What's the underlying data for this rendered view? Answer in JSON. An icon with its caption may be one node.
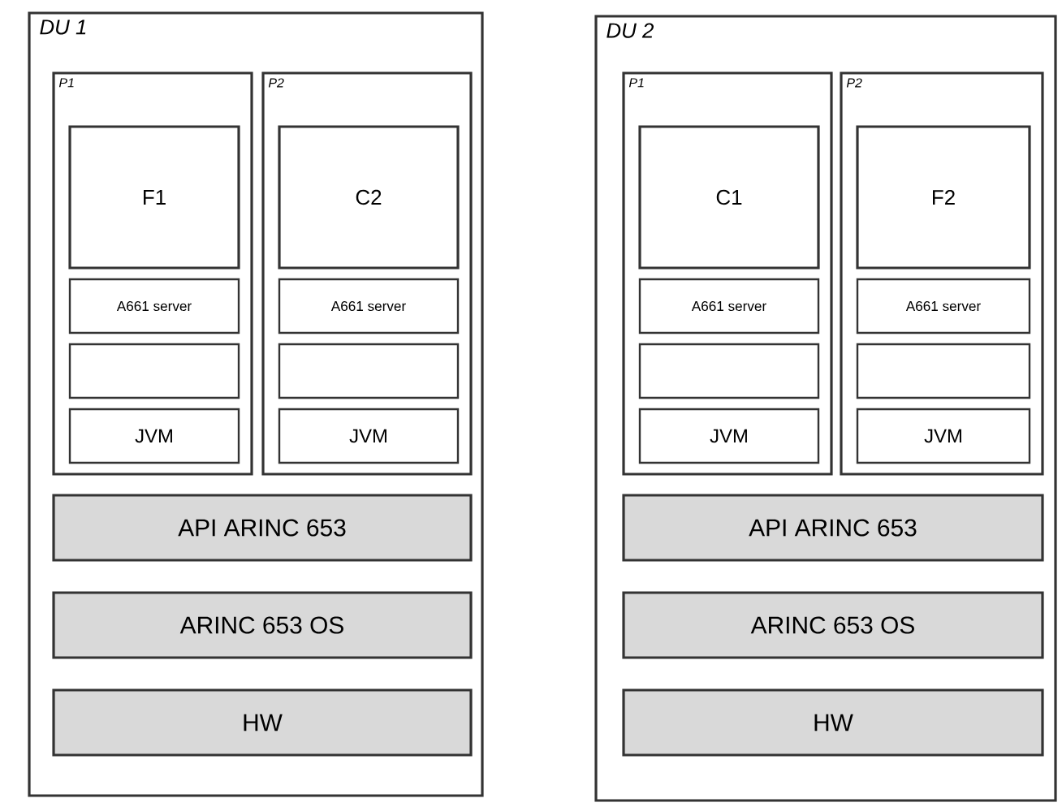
{
  "diagram": {
    "nodes": [
      {
        "text": [
          "DU 1"
        ]
      },
      {
        "text": [
          "P1"
        ],
        "in": 0
      },
      {
        "text": [
          "F1"
        ],
        "in": 1
      },
      {
        "text": [
          "A661 server"
        ],
        "in": 1
      },
      {
        "text": [],
        "shape": "box",
        "in": 1
      },
      {
        "text": [
          "JVM"
        ],
        "in": 1
      },
      {
        "text": [
          "P2"
        ],
        "in": 0
      },
      {
        "text": [
          "C2"
        ],
        "in": 6
      },
      {
        "text": [
          "A661 server"
        ],
        "in": 6
      },
      {
        "text": [],
        "shape": "box",
        "in": 6
      },
      {
        "text": [
          "JVM"
        ],
        "in": 6
      },
      {
        "text": [
          "API ARINC 653"
        ],
        "in": 0
      },
      {
        "text": [
          "ARINC 653 OS"
        ],
        "in": 0
      },
      {
        "text": [
          "HW"
        ],
        "in": 0
      },
      {
        "text": [
          "DU 2"
        ]
      },
      {
        "text": [
          "P1"
        ],
        "in": 14
      },
      {
        "text": [
          "C1"
        ],
        "in": 15
      },
      {
        "text": [
          "A661 server"
        ],
        "in": 15
      },
      {
        "text": [],
        "shape": "box",
        "in": 15
      },
      {
        "text": [
          "JVM"
        ],
        "in": 15
      },
      {
        "text": [
          "P2"
        ],
        "in": 14
      },
      {
        "text": [
          "F2"
        ],
        "in": 20
      },
      {
        "text": [
          "A661 server"
        ],
        "in": 20
      },
      {
        "text": [],
        "shape": "box",
        "in": 20
      },
      {
        "text": [
          "JVM"
        ],
        "in": 20
      },
      {
        "text": [
          "API ARINC 653"
        ],
        "in": 14
      },
      {
        "text": [
          "ARINC 653 OS"
        ],
        "in": 14
      },
      {
        "text": [
          "HW"
        ],
        "in": 14
      }
    ]
  }
}
